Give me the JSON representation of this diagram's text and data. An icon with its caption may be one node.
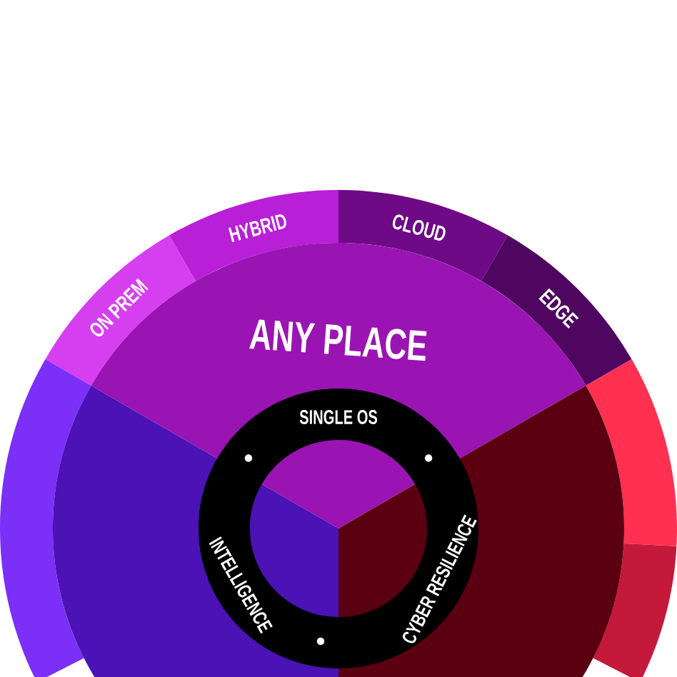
{
  "diagram": {
    "nodes": [
      {
        "text": [
          "ON PREM"
        ]
      },
      {
        "text": [
          "HYBRID"
        ]
      },
      {
        "text": [
          "CLOUD"
        ]
      },
      {
        "text": [
          "EDGE"
        ]
      },
      {
        "text": [
          "ANY PLACE"
        ]
      },
      {
        "text": [],
        "shape": "band"
      },
      {
        "text": [],
        "shape": "band"
      },
      {
        "text": [],
        "shape": "band"
      },
      {
        "text": [
          "SINGLE OS",
          "INTELLIGENCE",
          "CYBER RESILIENCE"
        ]
      },
      {
        "text": [],
        "shape": "sector"
      },
      {
        "text": [],
        "shape": "sector"
      }
    ]
  }
}
